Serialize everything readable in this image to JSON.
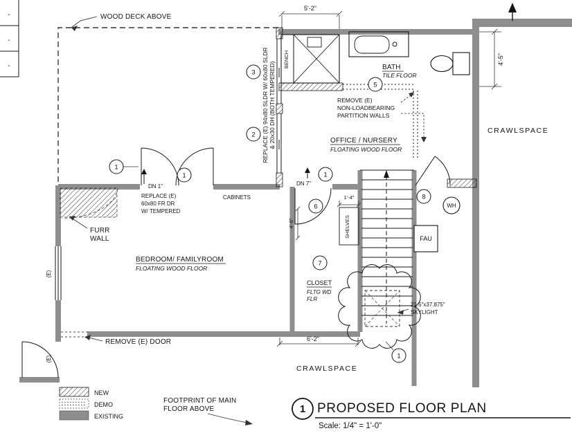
{
  "sheet": {
    "rev_cells": [
      "-",
      "-",
      "-"
    ]
  },
  "title_block": {
    "marker": "1",
    "title": "PROPOSED FLOOR PLAN",
    "scale": "Scale: 1/4\" = 1'-0\""
  },
  "legend": {
    "new": "NEW",
    "demo": "DEMO",
    "existing": "EXISTING"
  },
  "colors": {
    "existing_wall": "#8e8e8e",
    "line": "#141414"
  },
  "rooms": {
    "bath": "BATH",
    "bath_floor": "TILE FLOOR",
    "office": "OFFICE / NURSERY",
    "office_floor": "FLOATING WOOD FLOOR",
    "bedroom": "BEDROOM/ FAMILYROOM",
    "bedroom_floor": "FLOATING WOOD FLOOR",
    "closet": "CLOSET",
    "closet_floor1": "FLTG WD",
    "closet_floor2": "FLR",
    "crawlspace_right": "CRAWLSPACE",
    "crawlspace_bottom": "CRAWLSPACE"
  },
  "notes": {
    "wood_deck": "WOOD DECK ABOVE",
    "bench": "BENCH",
    "remove_partition1": "REMOVE (E)",
    "remove_partition2": "NON-LOADBEARING",
    "remove_partition3": "PARTITION WALLS",
    "replace_slider1": "REPLACE (E) 94x80 SLDR W/ 60x80 SLDR",
    "replace_slider2": "& 20x30 DH (BOTH TEMPERED)",
    "dn1": "DN 1\"",
    "replace_door1": "REPLACE (E)",
    "replace_door2": "60x80 FR DR",
    "replace_door3": "W/ TEMPERED",
    "cabinets": "CABINETS",
    "dn7": "DN 7\"",
    "shelves": "SHELVES",
    "furr1": "FURR",
    "furr2": "WALL",
    "existing_tag": "(E)",
    "skylight1": "21.5\"x37.875\"",
    "skylight2": "SKYLIGHT",
    "wh": "WH",
    "fau": "FAU",
    "remove_door": "REMOVE (E) DOOR",
    "footprint1": "FOOTPRINT OF MAIN",
    "footprint2": "FLOOR ABOVE"
  },
  "dimensions": {
    "bath_width": "5'-2\"",
    "bath_depth": "4'-5\"",
    "shelf_width": "1'-4\"",
    "closet_depth": "4'-6\"",
    "closet_width": "6'-2\""
  },
  "markers": {
    "deck_door_left": "1",
    "deck_door_right": "1",
    "slider_top": "3",
    "slider_bottom": "2",
    "bath_wall": "5",
    "hall_top": "1",
    "hall_door": "6",
    "office_door": "8",
    "closet_door": "7",
    "stair": "1"
  }
}
